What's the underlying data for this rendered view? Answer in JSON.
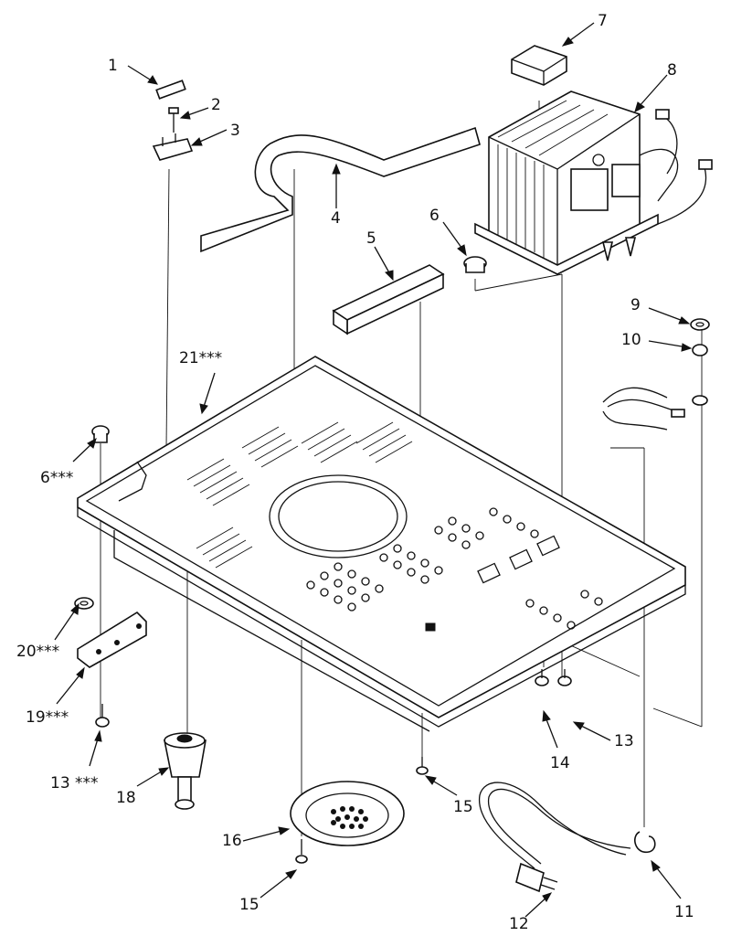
{
  "diagram": {
    "callouts": {
      "c1": "1",
      "c2": "2",
      "c3": "3",
      "c4": "4",
      "c5": "5",
      "c6": "6",
      "c6s": "6***",
      "c7": "7",
      "c8": "8",
      "c9": "9",
      "c10": "10",
      "c11": "11",
      "c12": "12",
      "c13": "13",
      "c13s": "13 ***",
      "c14": "14",
      "c15a": "15",
      "c15b": "15",
      "c16": "16",
      "c18": "18",
      "c19s": "19***",
      "c20s": "20***",
      "c21s": "21***"
    }
  }
}
